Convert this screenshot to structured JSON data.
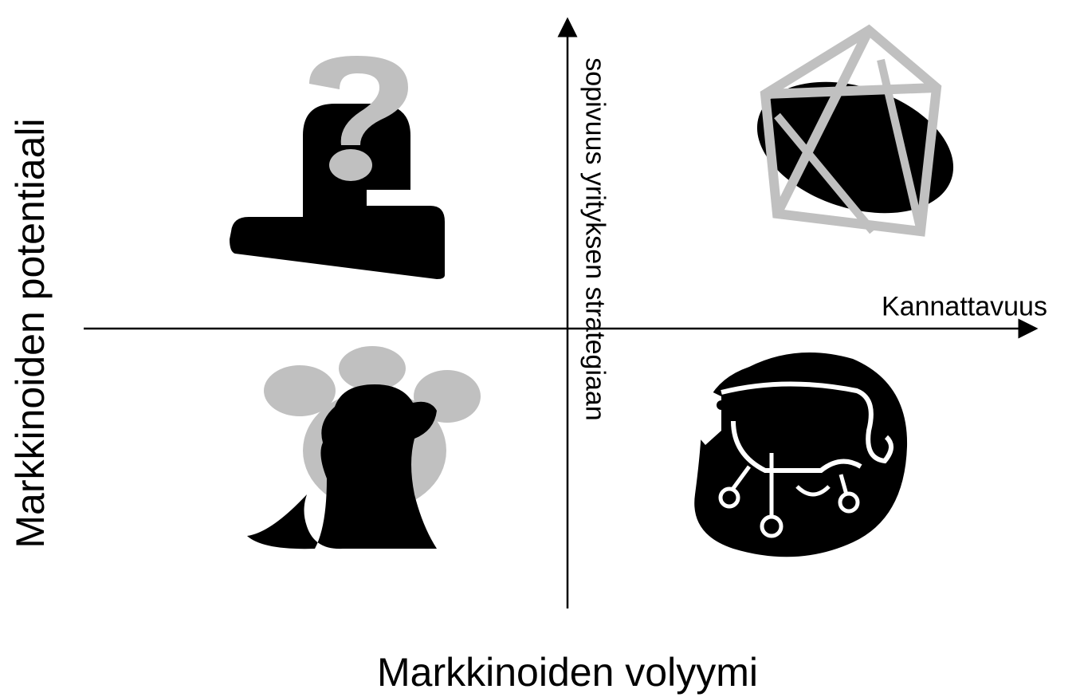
{
  "vertical_axis_title": "Markkinoiden potentiaali",
  "horizontal_axis_title": "Markkinoiden volyymi",
  "vertical_axis_label": "sopivuus yrityksen strategiaan",
  "horizontal_axis_label": "Kannattavuus",
  "quadrants": [
    {
      "position": "top-left",
      "icon": "question-mark-icon"
    },
    {
      "position": "top-right",
      "icon": "star-icon"
    },
    {
      "position": "bottom-left",
      "icon": "dog-icon"
    },
    {
      "position": "bottom-right",
      "icon": "cow-icon"
    }
  ],
  "colors": {
    "foreground": "#000000",
    "accent": "#c0c0c0",
    "background": "#ffffff"
  }
}
